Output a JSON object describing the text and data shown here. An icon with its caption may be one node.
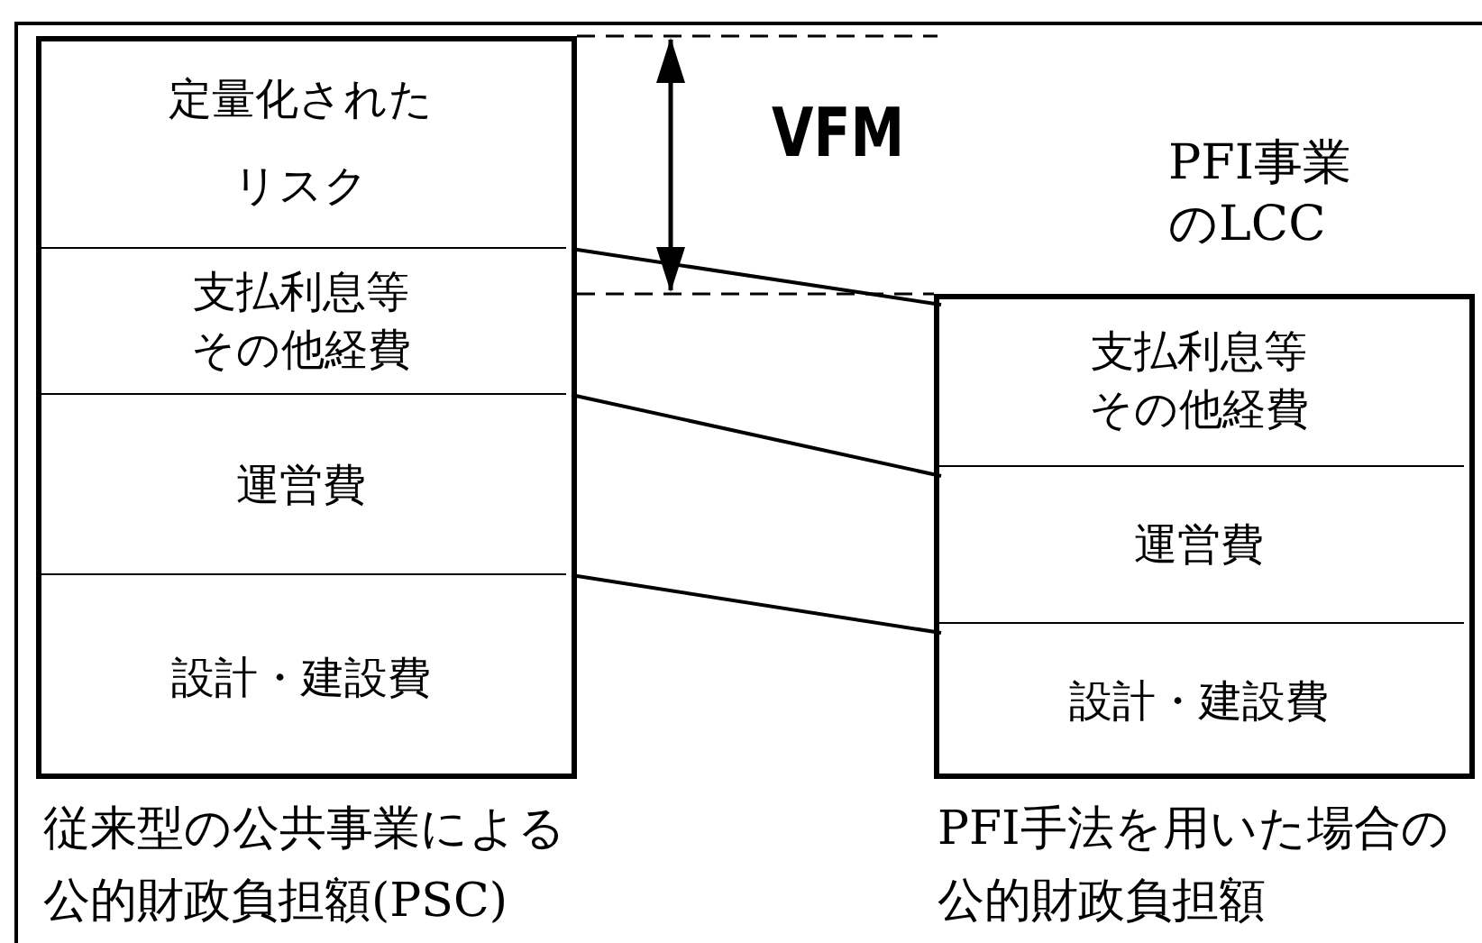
{
  "diagram": {
    "nodes": [
      {
        "text": [],
        "shape": "box",
        "beside": [
          "従来型の公共事業による公的財政負担額(PSC)"
        ]
      },
      {
        "text": [
          "定量化されたリスク"
        ],
        "in": 0
      },
      {
        "text": [
          "支払利息等その他経費"
        ],
        "in": 0
      },
      {
        "text": [
          "運営費"
        ],
        "in": 0
      },
      {
        "text": [
          "設計・建設費"
        ],
        "in": 0
      },
      {
        "text": [],
        "shape": "box",
        "beside": [
          "PFI手法を用いた場合の公的財政負担額"
        ]
      },
      {
        "text": [
          "支払利息等その他経費"
        ],
        "in": 5
      },
      {
        "text": [
          "運営費"
        ],
        "in": 5
      },
      {
        "text": [
          "設計・建設費"
        ],
        "in": 5
      }
    ],
    "edges": [
      {
        "from": 2,
        "to": 5,
        "arrow": "none"
      },
      {
        "from": 3,
        "to": 7,
        "arrow": "none"
      },
      {
        "from": 4,
        "to": 8,
        "arrow": "none"
      }
    ],
    "labels": [
      "VFM",
      "PFI事業のLCC"
    ]
  }
}
